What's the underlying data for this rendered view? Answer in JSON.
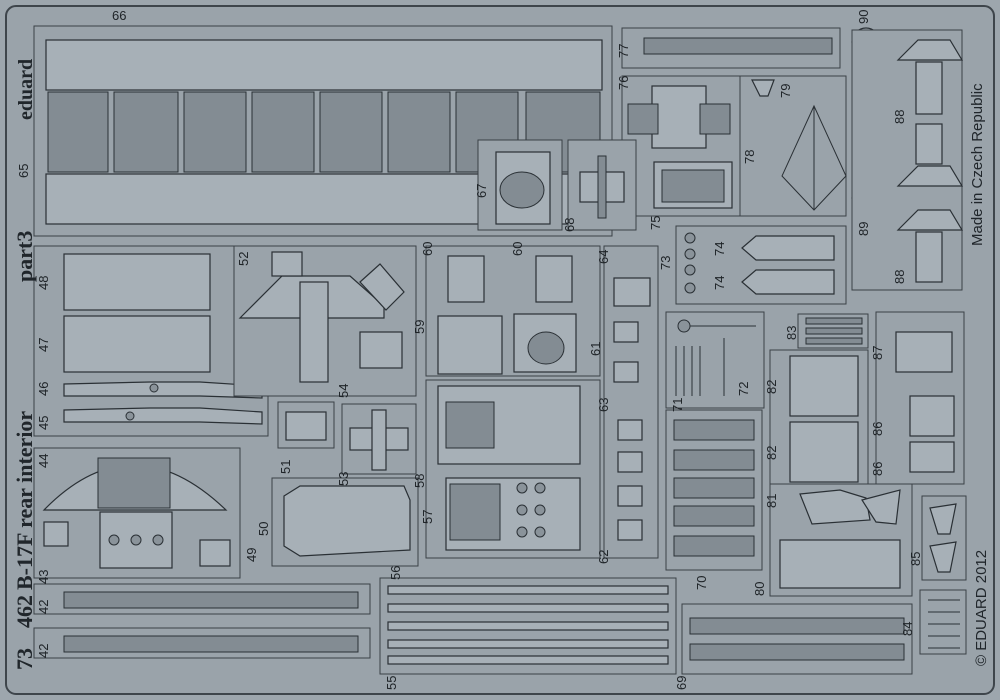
{
  "brand": "eduard",
  "sheet": {
    "catalog_left": "73",
    "catalog_right": "462",
    "title": "B-17F rear interior",
    "part": "part3",
    "made_in": "Made in Czech Republic",
    "copyright": "© EDUARD 2012"
  },
  "labels": {
    "p42a": "42",
    "p42b": "42",
    "p43": "43",
    "p44": "44",
    "p45": "45",
    "p46": "46",
    "p47": "47",
    "p48": "48",
    "p49": "49",
    "p50": "50",
    "p51": "51",
    "p52": "52",
    "p53": "53",
    "p54": "54",
    "p55": "55",
    "p56": "56",
    "p57": "57",
    "p58": "58",
    "p59": "59",
    "p60a": "60",
    "p60b": "60",
    "p61": "61",
    "p62": "62",
    "p63": "63",
    "p64": "64",
    "p65": "65",
    "p66": "66",
    "p67": "67",
    "p68": "68",
    "p69": "69",
    "p70": "70",
    "p71": "71",
    "p72": "72",
    "p73": "73",
    "p74a": "74",
    "p74b": "74",
    "p75": "75",
    "p76": "76",
    "p77": "77",
    "p78": "78",
    "p79": "79",
    "p80": "80",
    "p81": "81",
    "p82a": "82",
    "p82b": "82",
    "p83": "83",
    "p84": "84",
    "p85": "85",
    "p86a": "86",
    "p86b": "86",
    "p87": "87",
    "p88a": "88",
    "p88b": "88",
    "p89": "89",
    "p90": "90"
  }
}
